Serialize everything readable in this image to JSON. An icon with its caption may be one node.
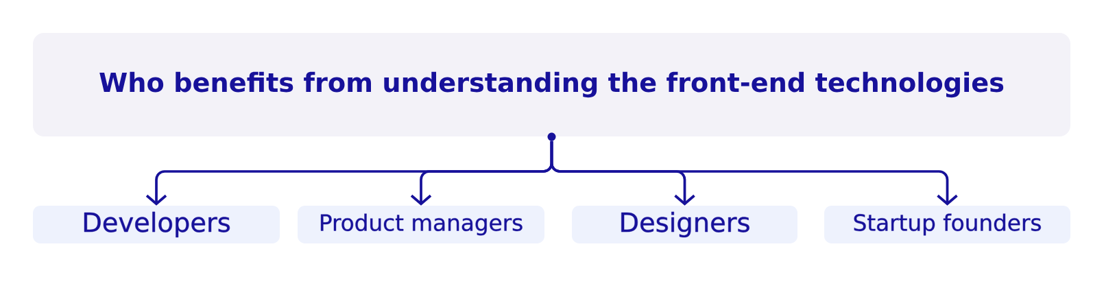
{
  "diagram": {
    "nodes": [
      {
        "text": [
          "Who benefits from understanding the front-end technologies"
        ]
      },
      {
        "text": [],
        "shape": "circle"
      },
      {
        "text": [
          "Developers"
        ]
      },
      {
        "text": [
          "Product managers"
        ]
      },
      {
        "text": [
          "Designers"
        ]
      },
      {
        "text": [
          "Startup founders"
        ]
      }
    ],
    "edges": [
      {
        "from": 1,
        "to": 2,
        "arrow": "to"
      },
      {
        "from": 1,
        "to": 3,
        "arrow": "to"
      },
      {
        "from": 1,
        "to": 4,
        "arrow": "to"
      },
      {
        "from": 1,
        "to": 5,
        "arrow": "to"
      }
    ]
  }
}
